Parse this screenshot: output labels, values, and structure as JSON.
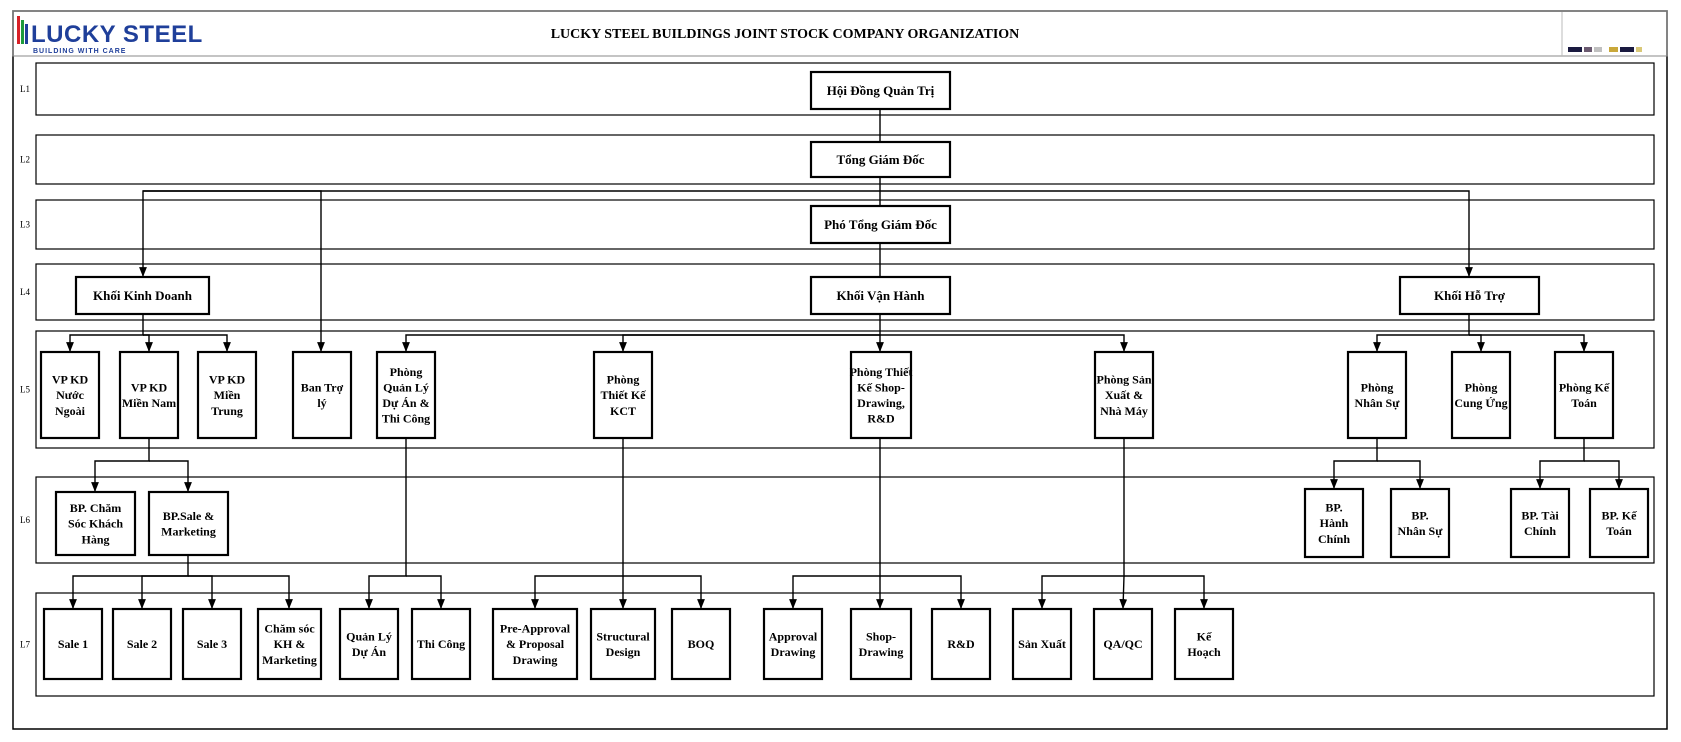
{
  "header": {
    "title": "LUCKY STEEL BUILDINGS JOINT STOCK COMPANY ORGANIZATION",
    "logo_text": "LUCKY STEEL",
    "logo_tagline": "BUILDING WITH CARE",
    "logo_colors": {
      "blue": "#1f3f9a",
      "red": "#d82027",
      "green": "#1d9a3c"
    }
  },
  "levels": [
    "L1",
    "L2",
    "L3",
    "L4",
    "L5",
    "L6",
    "L7"
  ],
  "nodes": {
    "hdqt": [
      "Hội Đồng Quản Trị"
    ],
    "tgd": [
      "Tổng Giám Đốc"
    ],
    "ptgd": [
      "Phó Tổng Giám Đốc"
    ],
    "khoi_kd": [
      "Khối Kinh Doanh"
    ],
    "khoi_vh": [
      "Khối Vận Hành"
    ],
    "khoi_ht": [
      "Khối Hỗ Trợ"
    ],
    "vp_nn": [
      "VP KD",
      "Nước",
      "Ngoài"
    ],
    "vp_mn": [
      "VP KD",
      "Miền Nam"
    ],
    "vp_mt": [
      "VP KD",
      "Miền",
      "Trung"
    ],
    "ban_tl": [
      "Ban Trợ",
      "lý"
    ],
    "p_qlda": [
      "Phòng",
      "Quản Lý",
      "Dự Án &",
      "Thi Công"
    ],
    "p_tk_kct": [
      "Phòng",
      "Thiết Kế",
      "KCT"
    ],
    "p_tk_shop": [
      "Phòng Thiết",
      "Kế Shop-",
      "Drawing,",
      "R&D"
    ],
    "p_sx": [
      "Phòng Sản",
      "Xuất &",
      "Nhà Máy"
    ],
    "p_ns": [
      "Phòng",
      "Nhân Sự"
    ],
    "p_cu": [
      "Phòng",
      "Cung Ứng"
    ],
    "p_kt": [
      "Phòng Kế",
      "Toán"
    ],
    "bp_cskh": [
      "BP. Chăm",
      "Sóc Khách",
      "Hàng"
    ],
    "bp_sale_mkt": [
      "BP.Sale &",
      "Marketing"
    ],
    "bp_hc": [
      "BP.",
      "Hành",
      "Chính"
    ],
    "bp_ns": [
      "BP.",
      "Nhân Sự"
    ],
    "bp_tc": [
      "BP. Tài",
      "Chính"
    ],
    "bp_kt": [
      "BP. Kế",
      "Toán"
    ],
    "sale1": [
      "Sale 1"
    ],
    "sale2": [
      "Sale 2"
    ],
    "sale3": [
      "Sale 3"
    ],
    "cskh_mkt": [
      "Chăm sóc",
      "KH &",
      "Marketing"
    ],
    "qlda": [
      "Quản Lý",
      "Dự Án"
    ],
    "thicong": [
      "Thi Công"
    ],
    "preapp": [
      "Pre-Approval",
      "& Proposal",
      "Drawing"
    ],
    "structural": [
      "Structural",
      "Design"
    ],
    "boq": [
      "BOQ"
    ],
    "approval": [
      "Approval",
      "Drawing"
    ],
    "shopdraw": [
      "Shop-",
      "Drawing"
    ],
    "rnd": [
      "R&D"
    ],
    "sanxuat": [
      "Sản Xuất"
    ],
    "qaqc": [
      "QA/QC"
    ],
    "kehoach": [
      "Kế",
      "Hoạch"
    ]
  }
}
